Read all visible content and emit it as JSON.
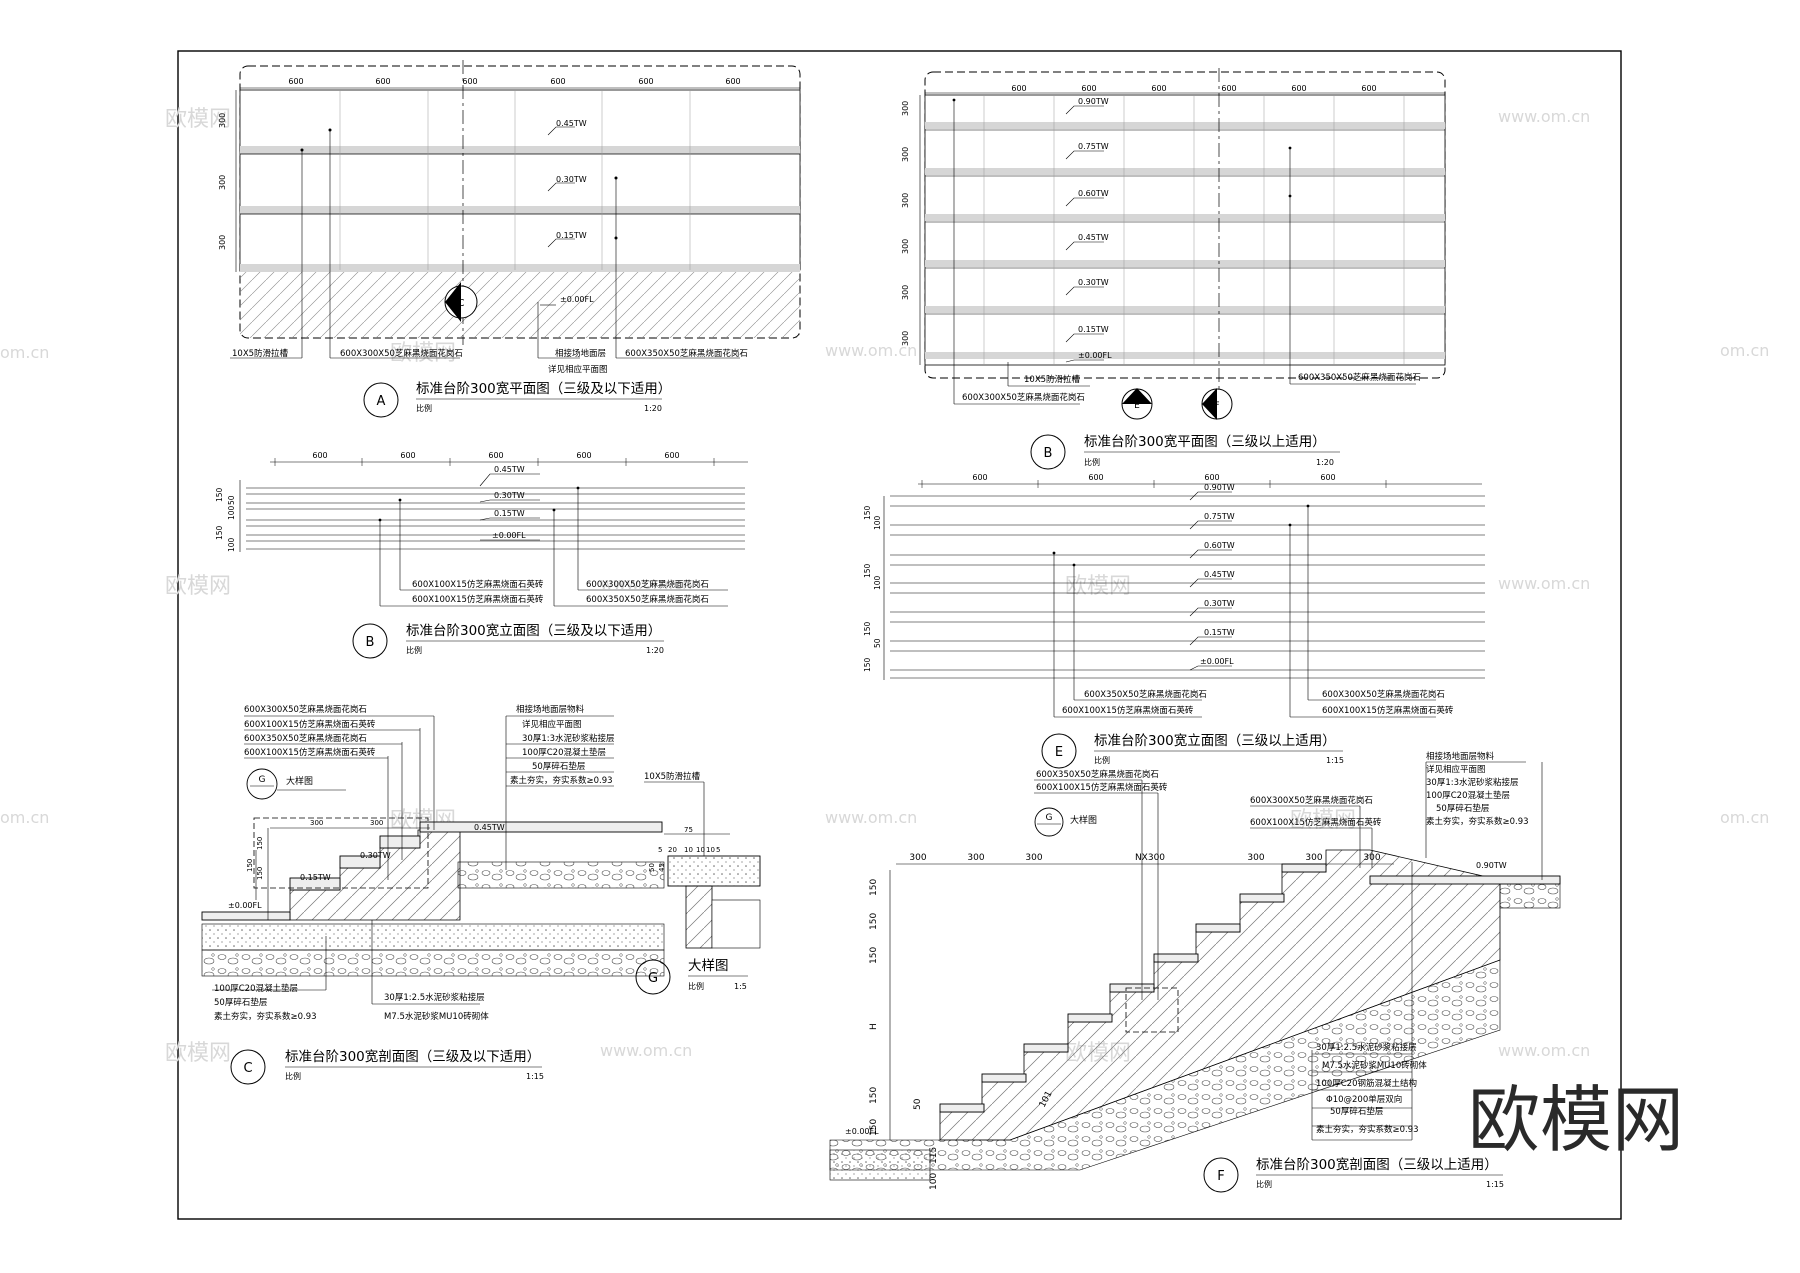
{
  "dims": {
    "d600": "600",
    "d300": "300",
    "d150": "150",
    "d100": "100",
    "d50": "50",
    "d75": "75",
    "d115": "115",
    "d45": "45",
    "d20": "20",
    "d10": "10",
    "d5": "5",
    "d5b": "5",
    "dH": "H",
    "dNX": "NX300",
    "d101": "101",
    "d10b": "10",
    "d10c": "10"
  },
  "levels": {
    "l090": "0.90TW",
    "l075": "0.75TW",
    "l060": "0.60TW",
    "l045": "0.45TW",
    "l030": "0.30TW",
    "l015": "0.15TW",
    "l000": "±0.00FL"
  },
  "words": {
    "ratio": "比例",
    "ratio_20": "1:20",
    "ratio_15": "1:15",
    "ratio_5": "1:5",
    "big": "大样图",
    "groove": "10X5防滑拉槽",
    "adj": "相接场地面层",
    "adj_see": "详见相应平面图",
    "adj_mat": "相接场地面层物料"
  },
  "mats": {
    "m1": "600X300X50芝麻黑烧面花岗石",
    "m2": "600X350X50芝麻黑烧面花岗石",
    "m3": "600X100X15仿芝麻黑烧面石英砖",
    "m4": "100厚C20混凝土垫层",
    "m5": "50厚碎石垫层",
    "m6": "素土夯实，夯实系数≥0.93",
    "m7": "30厚1:2.5水泥砂浆粘接层",
    "m8": "M7.5水泥砂浆MU10砖砌体",
    "m9": "30厚1:3水泥砂浆粘接层",
    "m10": "100厚C20钢筋混凝土结构",
    "m11": "Φ10@200单层双向",
    "m12": "100厚C20混凝土垫层"
  },
  "titles": {
    "A": {
      "letter": "A",
      "text": "标准台阶300宽平面图（三级及以下适用）"
    },
    "B1": {
      "letter": "B",
      "text": "标准台阶300宽立面图（三级及以下适用）"
    },
    "C": {
      "letter": "C",
      "text": "标准台阶300宽剖面图（三级及以下适用）"
    },
    "G": {
      "letter": "G",
      "text": "大样图"
    },
    "B2": {
      "letter": "B",
      "text": "标准台阶300宽平面图（三级以上适用）"
    },
    "E": {
      "letter": "E",
      "text": "标准台阶300宽立面图（三级以上适用）"
    },
    "F": {
      "letter": "F",
      "text": "标准台阶300宽剖面图（三级以上适用）"
    }
  },
  "markers": {
    "C": "C",
    "E": "E",
    "F": "F",
    "G": "G"
  },
  "watermark": {
    "cn": "欧模网",
    "url": "www.om.cn",
    "url2": "om.cn"
  },
  "brand": "欧模网"
}
